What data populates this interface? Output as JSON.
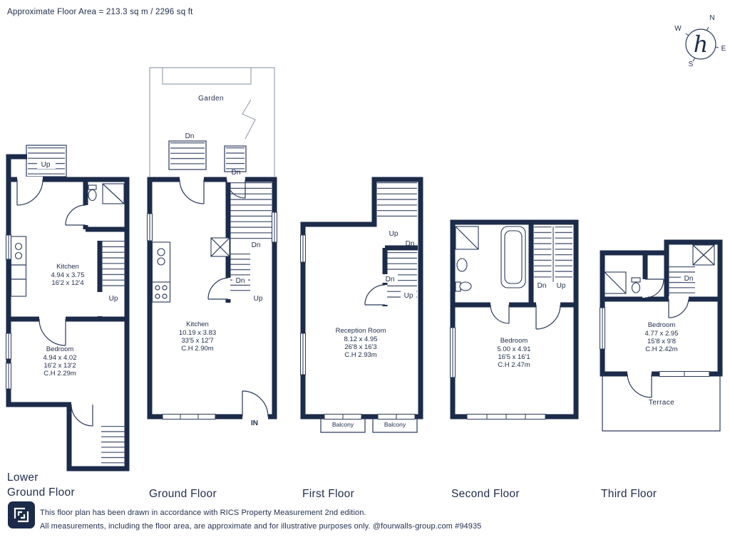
{
  "header": {
    "floor_area": "Approximate Floor Area = 213.3 sq m / 2296 sq ft"
  },
  "compass": {
    "n": "N",
    "e": "E",
    "s": "S",
    "w": "W",
    "monogram": "h"
  },
  "labels": {
    "up": "Up",
    "dn": "Dn",
    "in_label": "IN",
    "garden": "Garden",
    "terrace": "Terrace",
    "balcony": "Balcony"
  },
  "floors": {
    "lower_ground": {
      "title_line1": "Lower",
      "title_line2": "Ground Floor",
      "kitchen": {
        "name": "Kitchen",
        "metric": "4.94 x 3.75",
        "imperial": "16'2 x 12'4"
      },
      "bedroom": {
        "name": "Bedroom",
        "metric": "4.94 x 4.02",
        "imperial": "16'2 x 13'2",
        "ceiling_height": "C.H 2.29m"
      }
    },
    "ground": {
      "title": "Ground Floor",
      "kitchen": {
        "name": "Kitchen",
        "metric": "10.19 x 3.83",
        "imperial": "33'5 x 12'7",
        "ceiling_height": "C.H 2.90m"
      }
    },
    "first": {
      "title": "First Floor",
      "reception": {
        "name": "Reception Room",
        "metric": "8.12 x 4.95",
        "imperial": "26'8 x 16'3",
        "ceiling_height": "C.H 2.93m"
      }
    },
    "second": {
      "title": "Second Floor",
      "bedroom": {
        "name": "Bedroom",
        "metric": "5.00 x 4.91",
        "imperial": "16'5 x 16'1",
        "ceiling_height": "C.H 2.47m"
      }
    },
    "third": {
      "title": "Third Floor",
      "bedroom": {
        "name": "Bedroom",
        "metric": "4.77 x 2.95",
        "imperial": "15'8 x 9'8",
        "ceiling_height": "C.H 2.42m"
      }
    }
  },
  "footer": {
    "line1": "This floor plan has been drawn in accordance with RICS Property Measurement 2nd edition.",
    "line2": "All measurements, including the floor area, are approximate and for illustrative purposes only. @fourwalls-group.com #94935"
  },
  "colors": {
    "wall": "#1c2b49",
    "accent_light": "#9aa3b5"
  }
}
